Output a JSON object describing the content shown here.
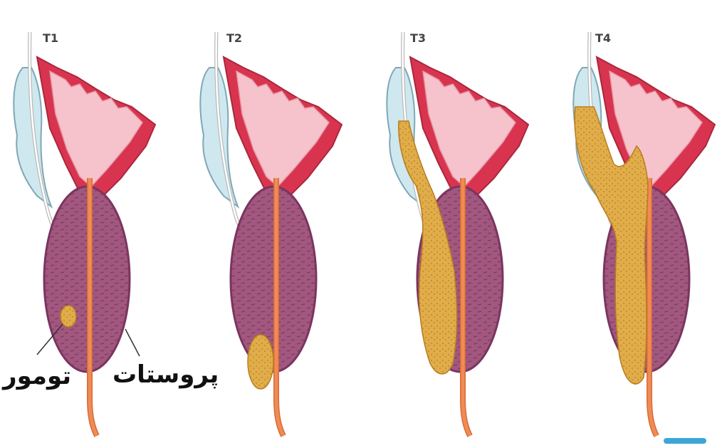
{
  "stages": [
    {
      "label": "T1",
      "tumor_extent": 0.08
    },
    {
      "label": "T2",
      "tumor_extent": 0.25
    },
    {
      "label": "T3",
      "tumor_extent": 0.6
    },
    {
      "label": "T4",
      "tumor_extent": 0.9
    }
  ],
  "labels": {
    "tumor": "تومور",
    "prostate": "پروستات"
  },
  "colors": {
    "bladder_wall": "#d9344f",
    "bladder_inner": "#f6c3cc",
    "prostate": "#a2577f",
    "prostate_outline": "#7a3560",
    "urethra": "#f08b55",
    "seminal_vesicle": "#cfe8ef",
    "tumor": "#e0ad4a",
    "tumor_dots": "#b97d1f"
  }
}
